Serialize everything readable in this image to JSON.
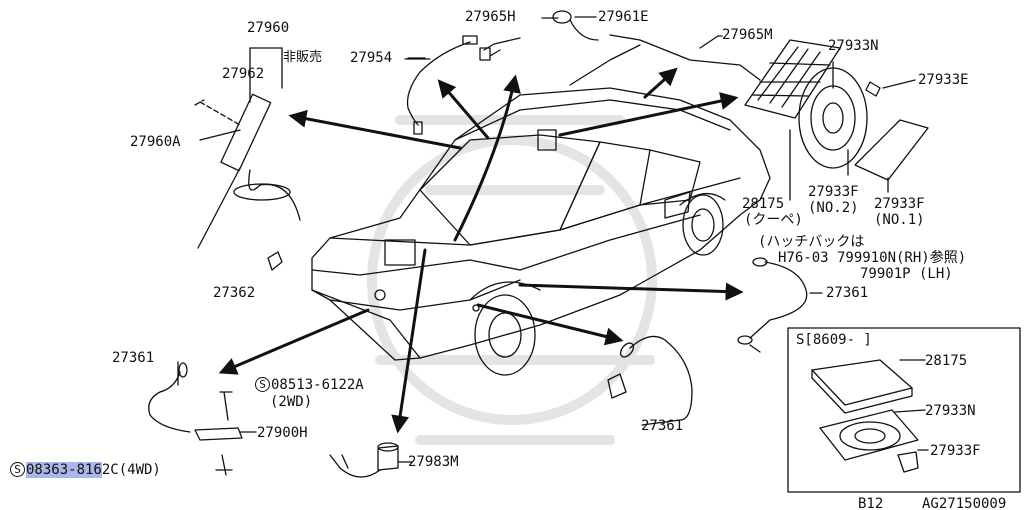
{
  "parts": {
    "p27960": "27960",
    "p27960_note": "非販売",
    "p27962": "27962",
    "p27960a": "27960A",
    "p27954": "27954",
    "p27965h": "27965H",
    "p27961e": "27961E",
    "p27965m": "27965M",
    "p27933n": "27933N",
    "p27933e": "27933E",
    "p28175": "28175",
    "p28175_note": "(クーペ)",
    "p27933f_2": "27933F",
    "p27933f_2_note": "(NO.2)",
    "p27933f_1": "27933F",
    "p27933f_1_note": "(NO.1)",
    "p27362": "27362",
    "p27361_r": "27361",
    "p27361_l": "27361",
    "p27361_b": "27361",
    "p08513": "08513-6122A",
    "p08513_note": "(2WD)",
    "p27900h": "27900H",
    "p08363_hl": "08363-816",
    "p08363_rest": "2C(4WD)",
    "p27983m": "27983M",
    "screw_symbol": "S"
  },
  "hatchback_note": {
    "line1": "(ハッチバックは",
    "line2": "H76-03 799910N(RH)参照)",
    "line3": "79901P (LH)"
  },
  "inset": {
    "title": "S[8609-  ]",
    "p28175": "28175",
    "p27933n": "27933N",
    "p27933f": "27933F"
  },
  "footer": {
    "page": "B12",
    "code": "AG27150009"
  }
}
